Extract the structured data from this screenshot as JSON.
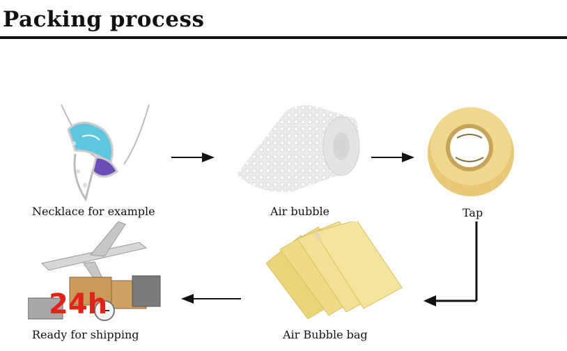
{
  "header": {
    "title": "Packing process"
  },
  "steps": [
    {
      "label": "Necklace for example",
      "icon": "necklace-icon"
    },
    {
      "label": "Air bubble",
      "icon": "bubble-wrap-icon"
    },
    {
      "label": "Tap",
      "icon": "tape-roll-icon"
    },
    {
      "label": "Air Bubble bag",
      "icon": "bubble-mailer-icon"
    },
    {
      "label": "Ready for shipping",
      "icon": "shipping-24h-icon"
    }
  ],
  "shipping_badge": "24h",
  "colors": {
    "text": "#111111",
    "rule": "#111111",
    "tape": "#e8c877",
    "mailer": "#eddc8a",
    "badge": "#e2231a"
  }
}
